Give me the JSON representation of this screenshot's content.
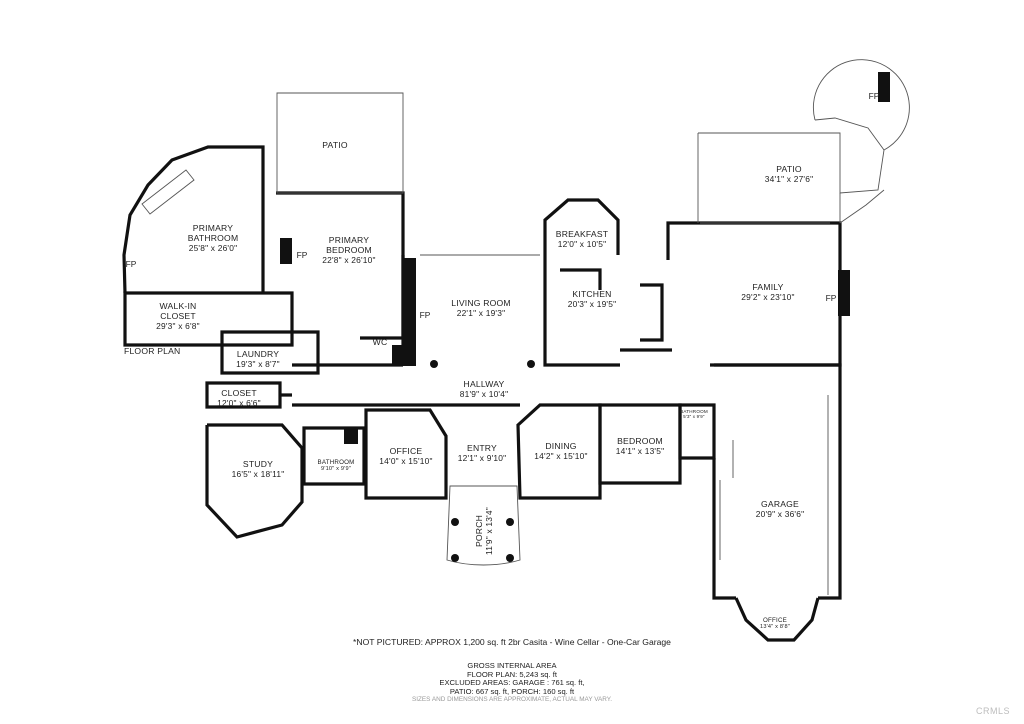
{
  "rooms": {
    "patio_top": {
      "name": "PATIO",
      "dim": ""
    },
    "primary_bathroom": {
      "name": "PRIMARY BATHROOM",
      "dim": "25'8\" x 26'0\""
    },
    "primary_bedroom": {
      "name": "PRIMARY BEDROOM",
      "dim": "22'8\" x 26'10\""
    },
    "walk_in_closet": {
      "name": "WALK-IN CLOSET",
      "dim": "29'3\" x 6'8\""
    },
    "laundry": {
      "name": "LAUNDRY",
      "dim": "19'3\" x 8'7\""
    },
    "wc": {
      "name": "WC",
      "dim": ""
    },
    "closet": {
      "name": "CLOSET",
      "dim": "12'0\" x 6'6\""
    },
    "study": {
      "name": "STUDY",
      "dim": "16'5\" x 18'11\""
    },
    "bathroom_small": {
      "name": "BATHROOM",
      "dim": "9'10\" x 9'9\""
    },
    "office": {
      "name": "OFFICE",
      "dim": "14'0\" x 15'10\""
    },
    "entry": {
      "name": "ENTRY",
      "dim": "12'1\" x 9'10\""
    },
    "porch": {
      "name": "PORCH",
      "dim": "11'9\" x 13'4\""
    },
    "living_room": {
      "name": "LIVING ROOM",
      "dim": "22'1\" x 19'3\""
    },
    "hallway": {
      "name": "HALLWAY",
      "dim": "81'9\" x 10'4\""
    },
    "dining": {
      "name": "DINING",
      "dim": "14'2\" x 15'10\""
    },
    "breakfast": {
      "name": "BREAKFAST",
      "dim": "12'0\" x 10'5\""
    },
    "kitchen": {
      "name": "KITCHEN",
      "dim": "20'3\" x 19'5\""
    },
    "bedroom": {
      "name": "BEDROOM",
      "dim": "14'1\" x 13'5\""
    },
    "bathroom_right": {
      "name": "BATHROOM",
      "dim": "5'3\" x 9'9\""
    },
    "patio_right": {
      "name": "PATIO",
      "dim": "34'1\" x 27'6\""
    },
    "family": {
      "name": "FAMILY",
      "dim": "29'2\" x 23'10\""
    },
    "garage": {
      "name": "GARAGE",
      "dim": "20'9\" x 36'6\""
    },
    "office_garage": {
      "name": "OFFICE",
      "dim": "13'4\" x 8'8\""
    }
  },
  "fireplaces": {
    "fp1": "FP",
    "fp2": "FP",
    "fp3": "FP",
    "fp4": "FP",
    "fp5": "FP"
  },
  "floor_plan_tag": "FLOOR PLAN",
  "not_pictured": "*NOT PICTURED: APPROX 1,200 sq. ft 2br Casita - Wine Cellar - One-Car Garage",
  "area_summary": {
    "title": "GROSS INTERNAL AREA",
    "floor_plan": "FLOOR PLAN: 5,243 sq. ft",
    "excluded": "EXCLUDED AREAS: GARAGE : 761 sq. ft,",
    "patio_porch": "PATIO: 667 sq. ft, PORCH: 160 sq. ft",
    "disclaimer": "SIZES AND DIMENSIONS ARE APPROXIMATE, ACTUAL MAY VARY."
  },
  "brand": "CRMLS",
  "colors": {
    "wall": "#111111",
    "thin": "#555555",
    "bg": "#ffffff"
  }
}
